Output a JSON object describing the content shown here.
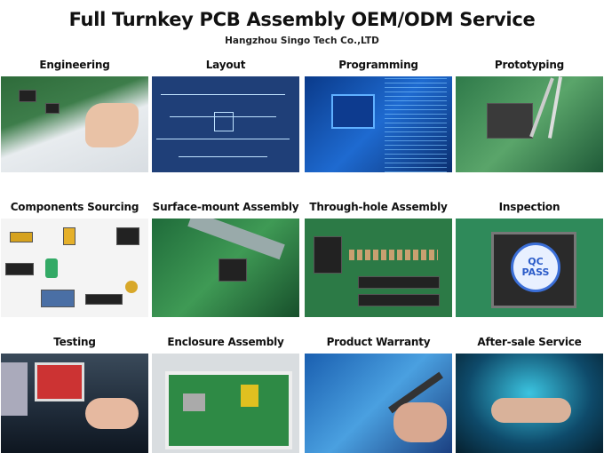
{
  "header": {
    "title": "Full Turnkey PCB Assembly OEM/ODM Service",
    "subtitle": "Hangzhou Singo Tech Co.,LTD"
  },
  "services": [
    {
      "label": "Engineering"
    },
    {
      "label": "Layout"
    },
    {
      "label": "Programming"
    },
    {
      "label": "Prototyping"
    },
    {
      "label": "Components Sourcing"
    },
    {
      "label": "Surface-mount Assembly"
    },
    {
      "label": "Through-hole Assembly"
    },
    {
      "label": "Inspection",
      "stamp_text": "QC PASS"
    },
    {
      "label": "Testing"
    },
    {
      "label": "Enclosure Assembly"
    },
    {
      "label": "Product Warranty"
    },
    {
      "label": "After-sale Service"
    }
  ]
}
